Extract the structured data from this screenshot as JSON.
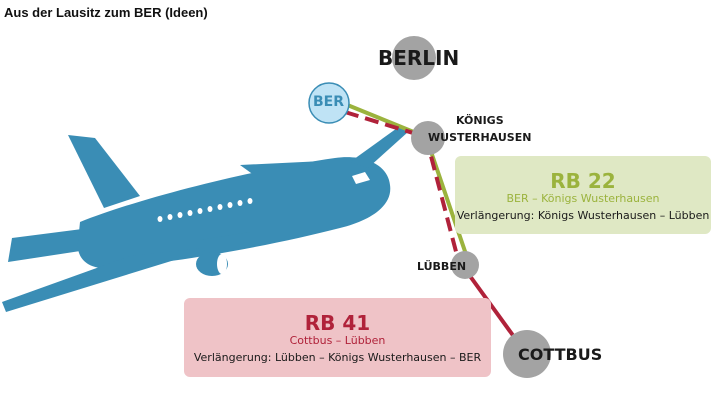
{
  "title": "Aus der Lausitz zum BER (Ideen)",
  "stations": {
    "berlin": "BERLIN",
    "ber": "BER",
    "koenigs_line1": "KÖNIGS",
    "koenigs_line2": "WUSTERHAUSEN",
    "luebben": "LÜBBEN",
    "cottbus": "COTTBUS"
  },
  "lines": {
    "rb22": {
      "name": "RB 22",
      "route": "BER – Königs Wusterhausen",
      "extension": "Verlängerung: Königs Wusterhausen – Lübben",
      "color": "#9bb33d",
      "box_color": "#dfe8c4"
    },
    "rb41": {
      "name": "RB 41",
      "route": "Cottbus – Lübben",
      "extension": "Verlängerung: Lübben – Königs Wusterhausen – BER",
      "color": "#b0223a",
      "box_color": "#efc3c7"
    }
  },
  "colors": {
    "airplane": "#3a8db5",
    "station_node": "#a3a3a3",
    "ber_node": "#bfe3f5"
  },
  "icons": {
    "airplane": "airplane-illustration"
  }
}
